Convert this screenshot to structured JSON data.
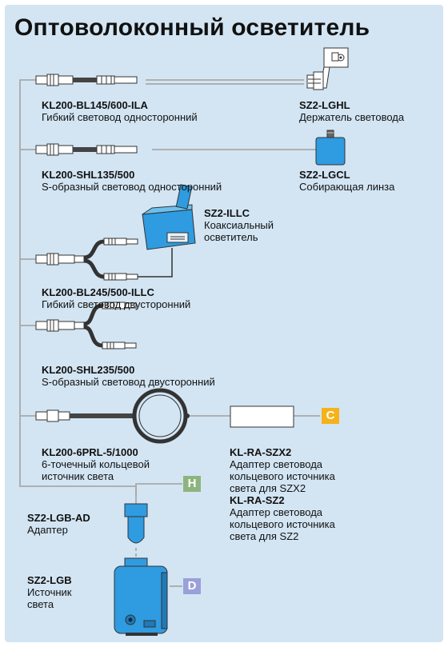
{
  "title": "Оптоволоконный осветитель",
  "colors": {
    "background": "#d3e5f3",
    "line": "#a9a9a9",
    "device_blue": "#2f9be0",
    "badge_c": "#f5b21a",
    "badge_h": "#8db47e",
    "badge_d": "#9aa0d8"
  },
  "items": {
    "bl145": {
      "code": "KL200-BL145/600-ILA",
      "desc": "Гибкий световод односторонний"
    },
    "lghl": {
      "code": "SZ2-LGHL",
      "desc": "Держатель световода"
    },
    "shl135": {
      "code": "KL200-SHL135/500",
      "desc": "S-образный световод односторонний"
    },
    "lgcl": {
      "code": "SZ2-LGCL",
      "desc": "Собирающая линза"
    },
    "illc": {
      "code": "SZ2-ILLC",
      "desc1": "Коаксиальный",
      "desc2": "осветитель"
    },
    "bl245": {
      "code": "KL200-BL245/500-ILLC",
      "desc": "Гибкий световод двусторонний"
    },
    "shl235": {
      "code": "KL200-SHL235/500",
      "desc": "S-образный световод двусторонний"
    },
    "prl": {
      "code": "KL200-6PRL-5/1000",
      "desc1": "6-точечный кольцевой",
      "desc2": "источник света"
    },
    "szx2": {
      "code": "KL-RA-SZX2",
      "desc1": "Адаптер световода",
      "desc2": "кольцевого источника",
      "desc3": "света для SZX2"
    },
    "sz2": {
      "code": "KL-RA-SZ2",
      "desc1": "Адаптер световода",
      "desc2": "кольцевого источника",
      "desc3": "света для SZ2"
    },
    "lgbad": {
      "code": "SZ2-LGB-AD",
      "desc": "Адаптер"
    },
    "lgb": {
      "code": "SZ2-LGB",
      "desc1": "Источник",
      "desc2": "света"
    }
  },
  "badges": {
    "c": "C",
    "h": "H",
    "d": "D"
  }
}
